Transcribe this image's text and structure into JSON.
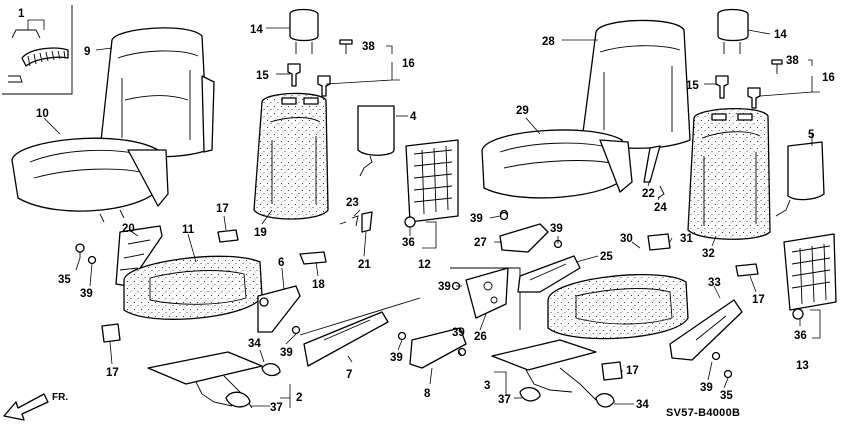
{
  "diagram_code": "SV57-B4000B",
  "direction_label": "FR.",
  "callouts": [
    {
      "id": "c1",
      "num": "1"
    },
    {
      "id": "c9",
      "num": "9"
    },
    {
      "id": "c10",
      "num": "10"
    },
    {
      "id": "c14a",
      "num": "14"
    },
    {
      "id": "c38a",
      "num": "38"
    },
    {
      "id": "c16a",
      "num": "16"
    },
    {
      "id": "c15a",
      "num": "15"
    },
    {
      "id": "c4",
      "num": "4"
    },
    {
      "id": "c19",
      "num": "19"
    },
    {
      "id": "c17a",
      "num": "17"
    },
    {
      "id": "c23",
      "num": "23"
    },
    {
      "id": "c21",
      "num": "21"
    },
    {
      "id": "c20",
      "num": "20"
    },
    {
      "id": "c11",
      "num": "11"
    },
    {
      "id": "c6",
      "num": "6"
    },
    {
      "id": "c18",
      "num": "18"
    },
    {
      "id": "c36a",
      "num": "36"
    },
    {
      "id": "c12",
      "num": "12"
    },
    {
      "id": "c35a",
      "num": "35"
    },
    {
      "id": "c39a",
      "num": "39"
    },
    {
      "id": "c34a",
      "num": "34"
    },
    {
      "id": "c39b",
      "num": "39"
    },
    {
      "id": "c17b",
      "num": "17"
    },
    {
      "id": "c2",
      "num": "2"
    },
    {
      "id": "c37a",
      "num": "37"
    },
    {
      "id": "c7",
      "num": "7"
    },
    {
      "id": "c39c",
      "num": "39"
    },
    {
      "id": "c8",
      "num": "8"
    },
    {
      "id": "c39d",
      "num": "39"
    },
    {
      "id": "c26",
      "num": "26"
    },
    {
      "id": "c39e",
      "num": "39"
    },
    {
      "id": "c28",
      "num": "28"
    },
    {
      "id": "c29",
      "num": "29"
    },
    {
      "id": "c22",
      "num": "22"
    },
    {
      "id": "c24",
      "num": "24"
    },
    {
      "id": "c39f",
      "num": "39"
    },
    {
      "id": "c27",
      "num": "27"
    },
    {
      "id": "c39g",
      "num": "39"
    },
    {
      "id": "c25",
      "num": "25"
    },
    {
      "id": "c3",
      "num": "3"
    },
    {
      "id": "c37b",
      "num": "37"
    },
    {
      "id": "c34b",
      "num": "34"
    },
    {
      "id": "c17c",
      "num": "17"
    },
    {
      "id": "c14b",
      "num": "14"
    },
    {
      "id": "c38b",
      "num": "38"
    },
    {
      "id": "c16b",
      "num": "16"
    },
    {
      "id": "c15b",
      "num": "15"
    },
    {
      "id": "c5",
      "num": "5"
    },
    {
      "id": "c32",
      "num": "32"
    },
    {
      "id": "c30",
      "num": "30"
    },
    {
      "id": "c31",
      "num": "31"
    },
    {
      "id": "c33",
      "num": "33"
    },
    {
      "id": "c17d",
      "num": "17"
    },
    {
      "id": "c36b",
      "num": "36"
    },
    {
      "id": "c13",
      "num": "13"
    },
    {
      "id": "c39h",
      "num": "39"
    },
    {
      "id": "c35b",
      "num": "35"
    }
  ]
}
